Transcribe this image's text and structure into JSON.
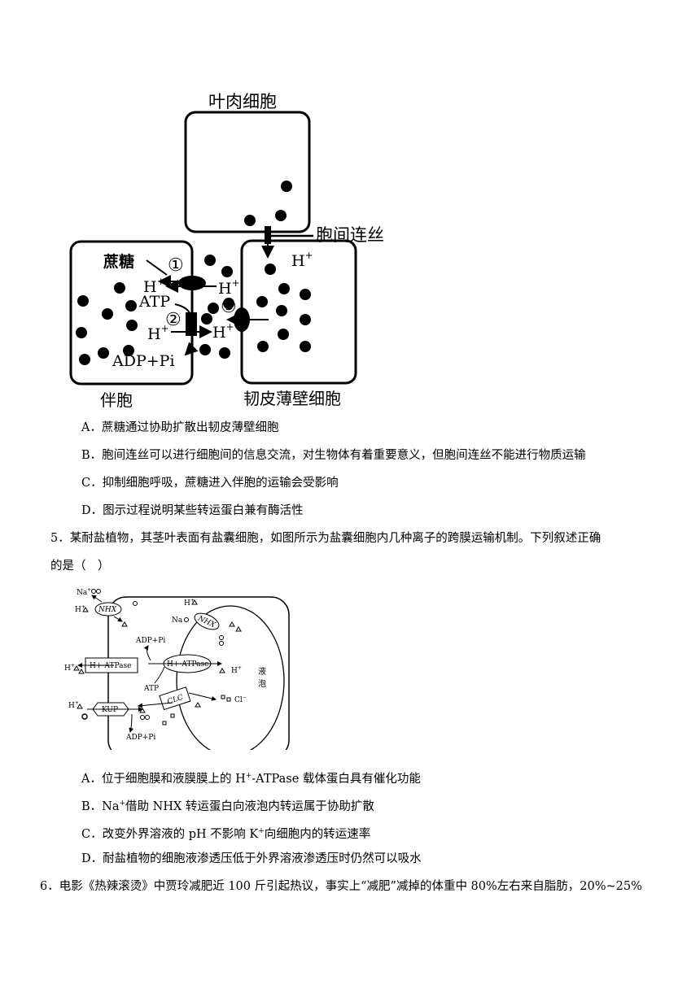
{
  "figure1": {
    "mesophyll_label": "叶肉细胞",
    "plasmodesma_label": "胞间连丝",
    "sucrose_label": "蔗糖",
    "hplus_1": "H",
    "hplus_2": "H",
    "hplus_3": "H",
    "hplus_4": "H",
    "hplus_5": "H",
    "hplus_sup": "+",
    "atp_label": "ATP",
    "adp_label": "ADP+Pi",
    "marker_1": "①",
    "marker_2": "②",
    "marker_3": "③",
    "companion_label": "伴胞",
    "phloem_label": "韧皮薄壁细胞"
  },
  "question4_options": [
    "A．蔗糖通过协助扩散出韧皮薄壁细胞",
    "B．胞间连丝可以进行细胞间的信息交流，对生物体有着重要意义，但胞间连丝不能进行物质运输",
    "C．抑制细胞呼吸，蔗糖进入伴胞的运输会受影响",
    "D．图示过程说明某些转运蛋白兼有酶活性"
  ],
  "question5": {
    "line1": "5．某耐盐植物，其茎叶表面有盐囊细胞，如图所示为盐囊细胞内几种离子的跨膜运输机制。下列叙述正确",
    "line2": "的是（　）"
  },
  "figure2": {
    "na_label": "Na",
    "na_sup": "+",
    "na_label_2": "Na",
    "h_label": "H",
    "h_sup": "+",
    "nhx_label": "NHX",
    "nhx_label_2": "NHX",
    "adp_label": "ADP+Pi",
    "adp_label_2": "ADP+Pi",
    "atp_label": "ATP",
    "atpase_label": "H+-ATPase",
    "atpase_label_2": "H+-ATPase",
    "vacuole_label_1": "液",
    "vacuole_label_2": "泡",
    "kup_label": "KUP",
    "clc_label": "CLC",
    "cl_label": "Cl",
    "cl_sup": "−"
  },
  "question5_options": {
    "a_pre": "A．位于细胞膜和液膜膜上的 H",
    "a_sup": "+",
    "a_post": "-ATPase 载体蛋白具有催化功能",
    "b_pre": "B．Na",
    "b_sup": "+",
    "b_post": "借助 NHX 转运蛋白向液泡内转运属于协助扩散",
    "c_pre": "C．改变外界溶液的 pH 不影响 K",
    "c_sup": "+",
    "c_post": "向细胞内的转运速率",
    "d": "D．耐盐植物的细胞液渗透压低于外界溶液渗透压时仍然可以吸水"
  },
  "question6": {
    "text": "6．电影《热辣滚烫》中贾玲减肥近 100 斤引起热议，事实上“减肥”减掉的体重中 80%左右来自脂肪，20%~25%"
  }
}
